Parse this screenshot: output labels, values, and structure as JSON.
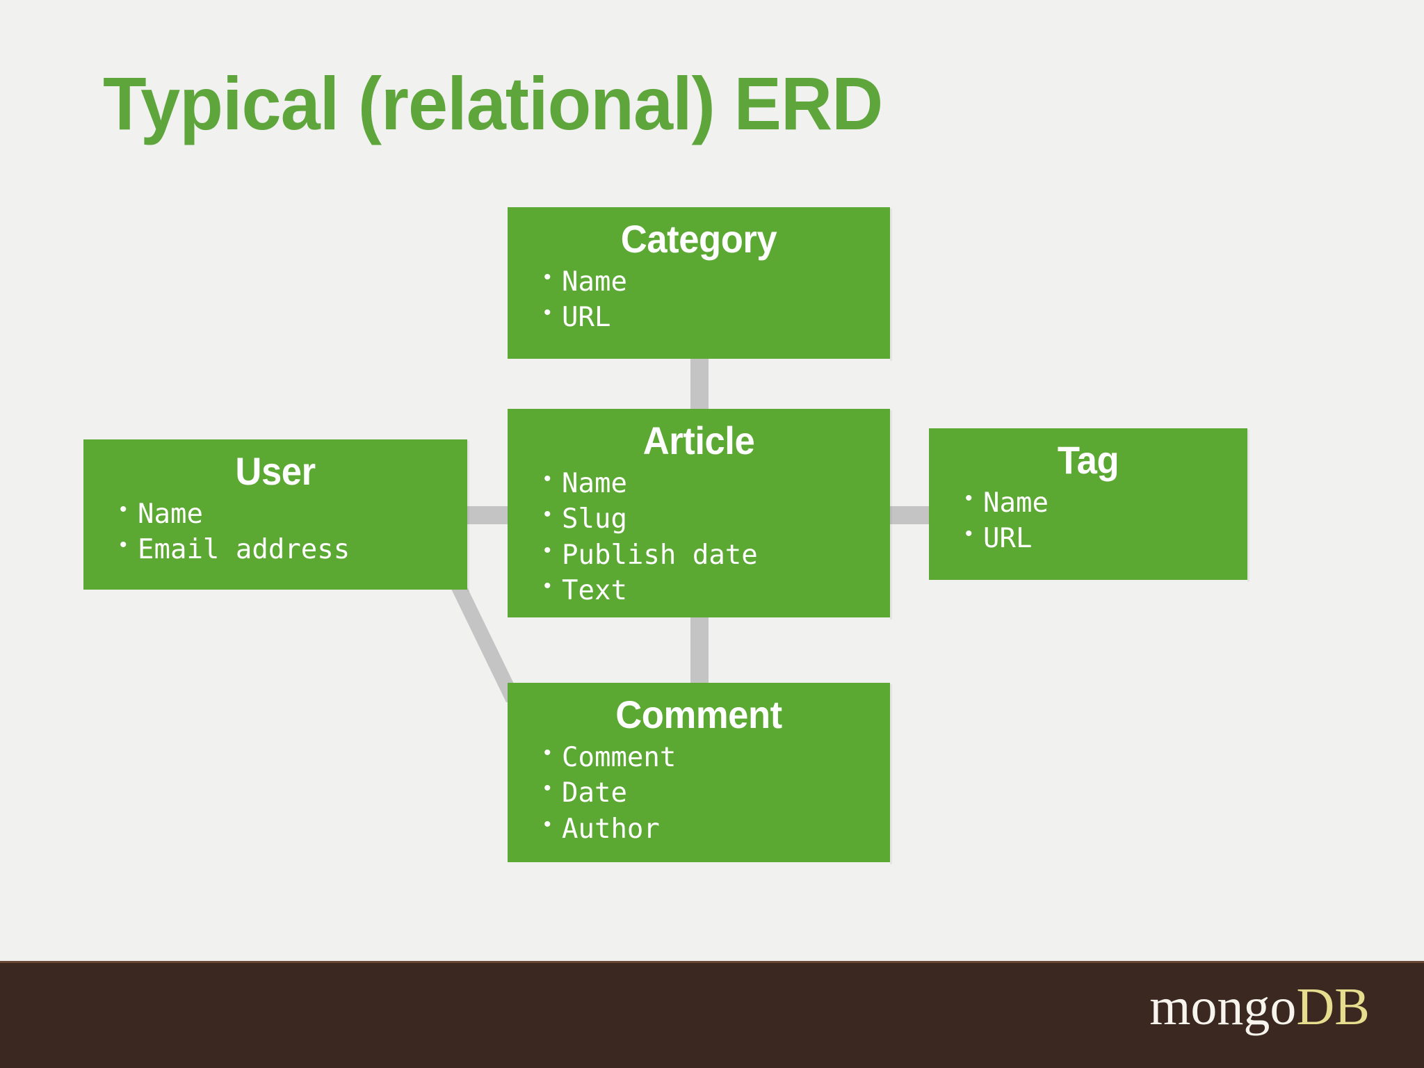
{
  "slide": {
    "title": "Typical (relational) ERD",
    "background_color": "#F1F1F0",
    "title_color": "#5EA63C"
  },
  "theme": {
    "entity_fill": "#5BA833",
    "entity_text": "#FFFFFF",
    "connector_color": "#C4C4C4",
    "footer_color": "#3A2821",
    "logo_mongo_color": "#F7F4EE",
    "logo_db_color": "#E6DD8F"
  },
  "diagram": {
    "entities": [
      {
        "id": "category",
        "name": "Category",
        "fields": [
          "Name",
          "URL"
        ]
      },
      {
        "id": "article",
        "name": "Article",
        "fields": [
          "Name",
          "Slug",
          "Publish date",
          "Text"
        ]
      },
      {
        "id": "user",
        "name": "User",
        "fields": [
          "Name",
          "Email address"
        ]
      },
      {
        "id": "tag",
        "name": "Tag",
        "fields": [
          "Name",
          "URL"
        ]
      },
      {
        "id": "comment",
        "name": "Comment",
        "fields": [
          "Comment",
          "Date",
          "Author"
        ]
      }
    ],
    "relationships": [
      {
        "from": "category",
        "to": "article"
      },
      {
        "from": "user",
        "to": "article"
      },
      {
        "from": "article",
        "to": "tag"
      },
      {
        "from": "article",
        "to": "comment"
      },
      {
        "from": "user",
        "to": "comment"
      }
    ]
  },
  "footer": {
    "logo_mongo": "mongo",
    "logo_db": "DB"
  }
}
